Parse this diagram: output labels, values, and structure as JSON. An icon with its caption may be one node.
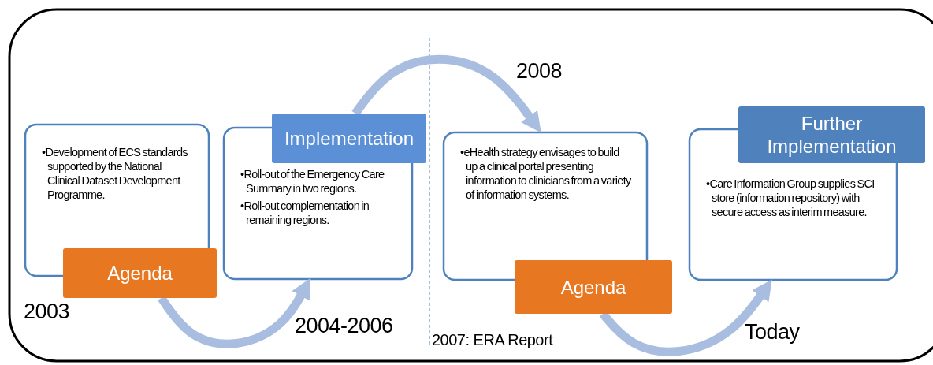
{
  "diagram": {
    "nodes": [
      {
        "text": [
          "•Development of ECS standards supported by the National Clinical Dataset Development Programme."
        ]
      },
      {
        "text": [
          "Agenda"
        ]
      },
      {
        "text": [
          "•Roll-out of the Emergency Care Summary in two regions.",
          "•Roll-out complementation in remaining regions."
        ]
      },
      {
        "text": [
          "Implementation"
        ]
      },
      {
        "text": [
          "•eHealth strategy envisages to build up a clinical portal presenting information to clinicians from a variety of information systems."
        ]
      },
      {
        "text": [
          "Agenda"
        ]
      },
      {
        "text": [
          "•Care Information Group supplies SCI store (information repository) with secure access as interim measure."
        ]
      },
      {
        "text": [
          "Further Implementation"
        ]
      }
    ],
    "edges": [
      {
        "from": 1,
        "to": 2,
        "arrow": "to"
      },
      {
        "from": 3,
        "to": 4,
        "arrow": "to"
      },
      {
        "from": 5,
        "to": 6,
        "arrow": "to"
      }
    ],
    "labels": [
      "2003",
      "2004-2006",
      "2008",
      "2007: ERA Report",
      "Today"
    ]
  }
}
